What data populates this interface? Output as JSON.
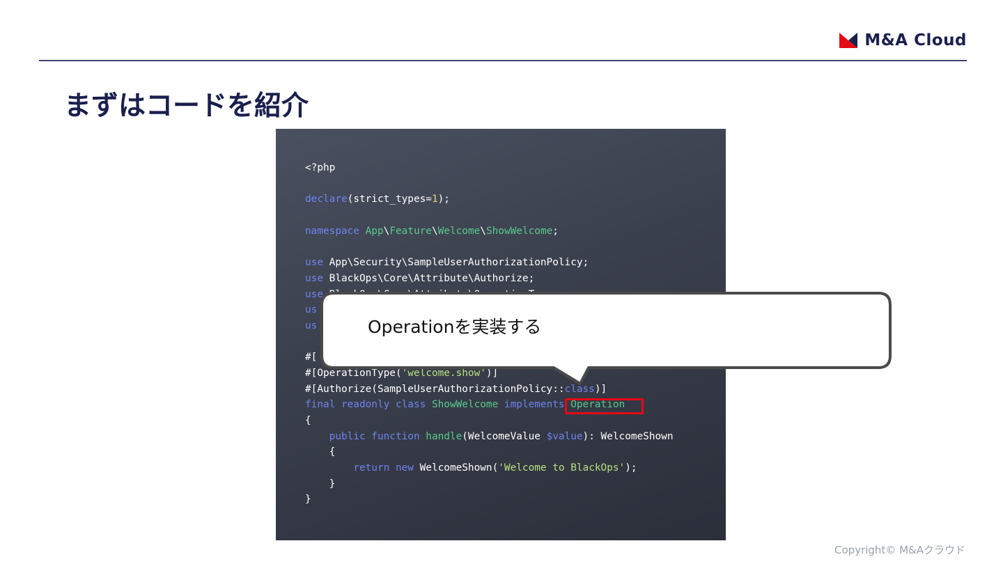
{
  "header": {
    "logo_text": "M&A Cloud",
    "logo_colors": {
      "left": "#e50914",
      "right": "#1a1f4d"
    }
  },
  "slide": {
    "title": "まずはコードを紹介"
  },
  "code": {
    "lines": [
      [
        [
          "plain",
          "<?php"
        ]
      ],
      [],
      [
        [
          "keyword",
          "declare"
        ],
        [
          "plain",
          "(strict_types="
        ],
        [
          "number",
          "1"
        ],
        [
          "plain",
          ");"
        ]
      ],
      [],
      [
        [
          "keyword",
          "namespace "
        ],
        [
          "namespace",
          "App"
        ],
        [
          "plain",
          "\\"
        ],
        [
          "namespace",
          "Feature"
        ],
        [
          "plain",
          "\\"
        ],
        [
          "namespace",
          "Welcome"
        ],
        [
          "plain",
          "\\"
        ],
        [
          "namespace",
          "ShowWelcome"
        ],
        [
          "plain",
          ";"
        ]
      ],
      [],
      [
        [
          "keyword",
          "use "
        ],
        [
          "plain",
          "App\\Security\\SampleUserAuthorizationPolicy;"
        ]
      ],
      [
        [
          "keyword",
          "use "
        ],
        [
          "plain",
          "BlackOps\\Core\\Attribute\\Authorize;"
        ]
      ],
      [
        [
          "keyword",
          "use "
        ],
        [
          "plain",
          "BlackOps\\Core\\Attribute\\OperationT"
        ]
      ],
      [
        [
          "keyword",
          "us"
        ]
      ],
      [
        [
          "keyword",
          "us"
        ]
      ],
      [],
      [
        [
          "plain",
          "#["
        ]
      ],
      [
        [
          "plain",
          "#[OperationType("
        ],
        [
          "string",
          "'welcome.show'"
        ],
        [
          "plain",
          ")]"
        ]
      ],
      [
        [
          "plain",
          "#[Authorize(SampleUserAuthorizationPolicy::"
        ],
        [
          "keyword",
          "class"
        ],
        [
          "plain",
          ")]"
        ]
      ],
      [
        [
          "keyword",
          "final readonly class "
        ],
        [
          "namespace",
          "ShowWelcome "
        ],
        [
          "keyword",
          "implements "
        ],
        [
          "namespace",
          "Operation"
        ]
      ],
      [
        [
          "plain",
          "{"
        ]
      ],
      [
        [
          "plain",
          "    "
        ],
        [
          "keyword",
          "public function "
        ],
        [
          "namespace",
          "handle"
        ],
        [
          "plain",
          "(WelcomeValue "
        ],
        [
          "keyword",
          "$value"
        ],
        [
          "plain",
          "): WelcomeShown"
        ]
      ],
      [
        [
          "plain",
          "    {"
        ]
      ],
      [
        [
          "plain",
          "        "
        ],
        [
          "keyword",
          "return new "
        ],
        [
          "plain",
          "WelcomeShown("
        ],
        [
          "string",
          "'Welcome to BlackOps'"
        ],
        [
          "plain",
          ");"
        ]
      ],
      [
        [
          "plain",
          "    }"
        ]
      ],
      [
        [
          "plain",
          "}"
        ]
      ]
    ],
    "highlighted_token": "Operation"
  },
  "callout": {
    "text": "Operationを実装する"
  },
  "footer": {
    "copyright": "Copyright© M&Aクラウド"
  }
}
